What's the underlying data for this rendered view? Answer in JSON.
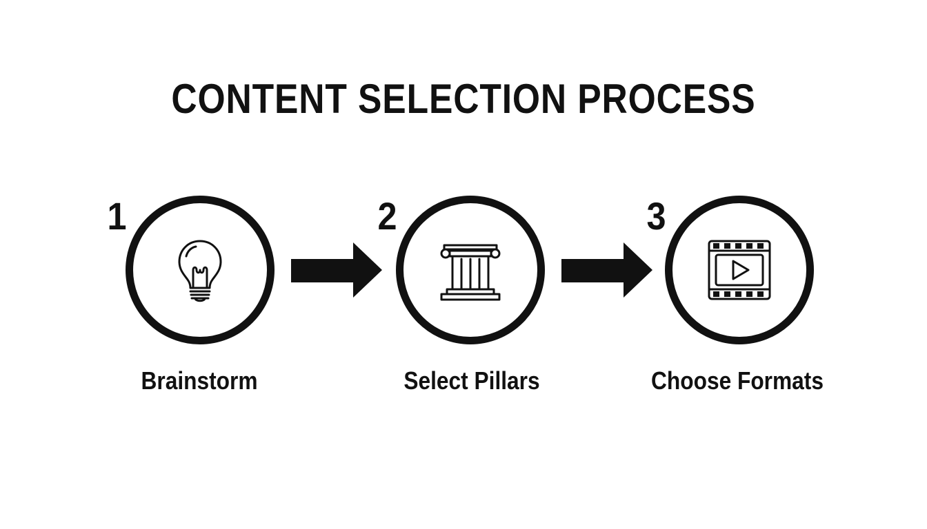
{
  "title": "CONTENT SELECTION PROCESS",
  "steps": [
    {
      "number": "1",
      "label": "Brainstorm",
      "icon": "lightbulb-icon"
    },
    {
      "number": "2",
      "label": "Select Pillars",
      "icon": "pillar-icon"
    },
    {
      "number": "3",
      "label": "Choose Formats",
      "icon": "video-film-icon"
    }
  ],
  "colors": {
    "ink": "#111111",
    "background": "#ffffff"
  }
}
